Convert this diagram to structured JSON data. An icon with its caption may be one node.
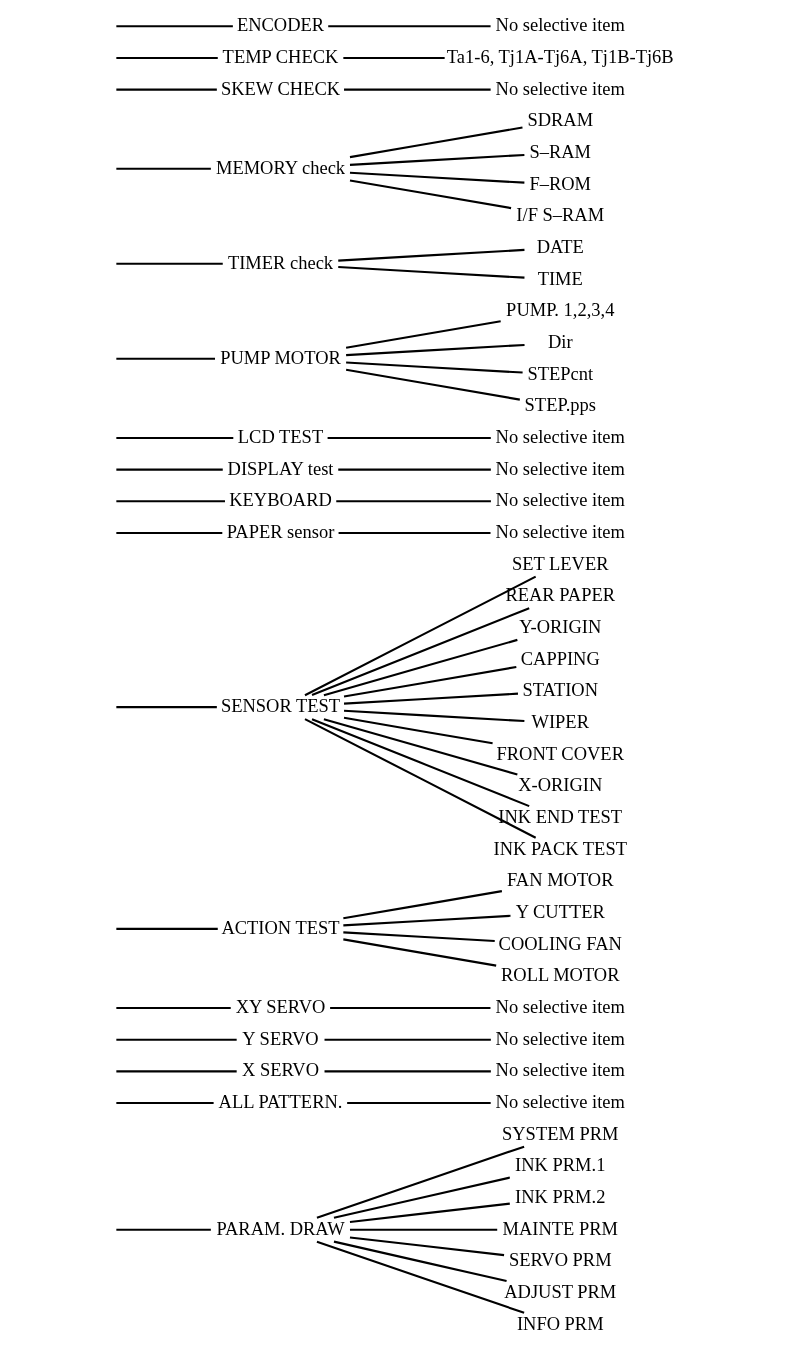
{
  "diagram": {
    "nodes": [
      {
        "text": [
          "PARAM. DRAW"
        ]
      },
      {
        "text": [
          "SYSTEM PRM"
        ]
      },
      {
        "text": [
          "INK PRM.1"
        ]
      },
      {
        "text": [
          "INK PRM.2"
        ]
      },
      {
        "text": [
          "MAINTE PRM"
        ]
      },
      {
        "text": [
          "SERVO PRM"
        ]
      },
      {
        "text": [
          "ADJUST PRM"
        ]
      },
      {
        "text": [
          "INFO PRM"
        ]
      },
      {
        "text": [
          "ALL PATTERN."
        ]
      },
      {
        "text": [
          "No selective item"
        ]
      },
      {
        "text": [
          "X SERVO"
        ]
      },
      {
        "text": [
          "No selective item"
        ]
      },
      {
        "text": [
          "Y SERVO"
        ]
      },
      {
        "text": [
          "No selective item"
        ]
      },
      {
        "text": [
          "XY SERVO"
        ]
      },
      {
        "text": [
          "No selective item"
        ]
      },
      {
        "text": [
          "ACTION TEST"
        ]
      },
      {
        "text": [
          "FAN MOTOR"
        ]
      },
      {
        "text": [
          "Y CUTTER"
        ]
      },
      {
        "text": [
          "COOLING FAN"
        ]
      },
      {
        "text": [
          "ROLL MOTOR"
        ]
      },
      {
        "text": [
          "SENSOR TEST"
        ]
      },
      {
        "text": [
          "SET LEVER"
        ]
      },
      {
        "text": [
          "REAR PAPER"
        ]
      },
      {
        "text": [
          "Y-ORIGIN"
        ]
      },
      {
        "text": [
          "CAPPING"
        ]
      },
      {
        "text": [
          "STATION"
        ]
      },
      {
        "text": [
          "WIPER"
        ]
      },
      {
        "text": [
          "FRONT COVER"
        ]
      },
      {
        "text": [
          "X-ORIGIN"
        ]
      },
      {
        "text": [
          "INK END TEST"
        ]
      },
      {
        "text": [
          "INK PACK TEST"
        ]
      },
      {
        "text": [
          "PAPER sensor"
        ]
      },
      {
        "text": [
          "No selective item"
        ]
      },
      {
        "text": [
          "KEYBOARD"
        ]
      },
      {
        "text": [
          "No selective item"
        ]
      },
      {
        "text": [
          "DISPLAY test"
        ]
      },
      {
        "text": [
          "No selective item"
        ]
      },
      {
        "text": [
          "LCD TEST"
        ]
      },
      {
        "text": [
          "No selective item"
        ]
      },
      {
        "text": [
          "PUMP MOTOR"
        ]
      },
      {
        "text": [
          "PUMP. 1,2,3,4"
        ]
      },
      {
        "text": [
          "Dir"
        ]
      },
      {
        "text": [
          "STEPcnt"
        ]
      },
      {
        "text": [
          "STEP.pps"
        ]
      },
      {
        "text": [
          "TIMER check"
        ]
      },
      {
        "text": [
          "DATE"
        ]
      },
      {
        "text": [
          "TIME"
        ]
      },
      {
        "text": [
          "MEMORY check"
        ]
      },
      {
        "text": [
          "SDRAM"
        ]
      },
      {
        "text": [
          "S–RAM"
        ]
      },
      {
        "text": [
          "F–ROM"
        ]
      },
      {
        "text": [
          "I/F S–RAM"
        ]
      },
      {
        "text": [
          "SKEW CHECK"
        ]
      },
      {
        "text": [
          "No selective item"
        ]
      },
      {
        "text": [
          "TEMP CHECK"
        ]
      },
      {
        "text": [
          "Ta1-6, Tj1A-Tj6A, Tj1B-Tj6B"
        ]
      },
      {
        "text": [
          "ENCODER"
        ]
      },
      {
        "text": [
          "No selective item"
        ]
      }
    ],
    "edges": [
      {
        "from": null,
        "to": 0,
        "arrow": "none"
      },
      {
        "from": 0,
        "to": 1,
        "arrow": "none"
      },
      {
        "from": 0,
        "to": 2,
        "arrow": "none"
      },
      {
        "from": 0,
        "to": 3,
        "arrow": "none"
      },
      {
        "from": 0,
        "to": 4,
        "arrow": "none"
      },
      {
        "from": 0,
        "to": 5,
        "arrow": "none"
      },
      {
        "from": 0,
        "to": 6,
        "arrow": "none"
      },
      {
        "from": 0,
        "to": 7,
        "arrow": "none"
      },
      {
        "from": null,
        "to": 8,
        "arrow": "none"
      },
      {
        "from": 8,
        "to": 9,
        "arrow": "none"
      },
      {
        "from": null,
        "to": 10,
        "arrow": "none"
      },
      {
        "from": 10,
        "to": 11,
        "arrow": "none"
      },
      {
        "from": null,
        "to": 12,
        "arrow": "none"
      },
      {
        "from": 12,
        "to": 13,
        "arrow": "none"
      },
      {
        "from": null,
        "to": 14,
        "arrow": "none"
      },
      {
        "from": 14,
        "to": 15,
        "arrow": "none"
      },
      {
        "from": null,
        "to": 16,
        "arrow": "none"
      },
      {
        "from": 16,
        "to": 17,
        "arrow": "none"
      },
      {
        "from": 16,
        "to": 18,
        "arrow": "none"
      },
      {
        "from": 16,
        "to": 19,
        "arrow": "none"
      },
      {
        "from": 16,
        "to": 20,
        "arrow": "none"
      },
      {
        "from": null,
        "to": 21,
        "arrow": "none"
      },
      {
        "from": 21,
        "to": 22,
        "arrow": "none"
      },
      {
        "from": 21,
        "to": 23,
        "arrow": "none"
      },
      {
        "from": 21,
        "to": 24,
        "arrow": "none"
      },
      {
        "from": 21,
        "to": 25,
        "arrow": "none"
      },
      {
        "from": 21,
        "to": 26,
        "arrow": "none"
      },
      {
        "from": 21,
        "to": 27,
        "arrow": "none"
      },
      {
        "from": 21,
        "to": 28,
        "arrow": "none"
      },
      {
        "from": 21,
        "to": 29,
        "arrow": "none"
      },
      {
        "from": 21,
        "to": 30,
        "arrow": "none"
      },
      {
        "from": 21,
        "to": 31,
        "arrow": "none"
      },
      {
        "from": null,
        "to": 32,
        "arrow": "none"
      },
      {
        "from": 32,
        "to": 33,
        "arrow": "none"
      },
      {
        "from": null,
        "to": 34,
        "arrow": "none"
      },
      {
        "from": 34,
        "to": 35,
        "arrow": "none"
      },
      {
        "from": null,
        "to": 36,
        "arrow": "none"
      },
      {
        "from": 36,
        "to": 37,
        "arrow": "none"
      },
      {
        "from": null,
        "to": 38,
        "arrow": "none"
      },
      {
        "from": 38,
        "to": 39,
        "arrow": "none"
      },
      {
        "from": null,
        "to": 40,
        "arrow": "none"
      },
      {
        "from": 40,
        "to": 41,
        "arrow": "none"
      },
      {
        "from": 40,
        "to": 42,
        "arrow": "none"
      },
      {
        "from": 40,
        "to": 43,
        "arrow": "none"
      },
      {
        "from": 40,
        "to": 44,
        "arrow": "none"
      },
      {
        "from": null,
        "to": 45,
        "arrow": "none"
      },
      {
        "from": 45,
        "to": 46,
        "arrow": "none"
      },
      {
        "from": 45,
        "to": 47,
        "arrow": "none"
      },
      {
        "from": null,
        "to": 48,
        "arrow": "none"
      },
      {
        "from": 48,
        "to": 49,
        "arrow": "none"
      },
      {
        "from": 48,
        "to": 50,
        "arrow": "none"
      },
      {
        "from": 48,
        "to": 51,
        "arrow": "none"
      },
      {
        "from": 48,
        "to": 52,
        "arrow": "none"
      },
      {
        "from": null,
        "to": 53,
        "arrow": "none"
      },
      {
        "from": 53,
        "to": 54,
        "arrow": "none"
      },
      {
        "from": null,
        "to": 55,
        "arrow": "none"
      },
      {
        "from": 55,
        "to": 56,
        "arrow": "none"
      },
      {
        "from": null,
        "to": 57,
        "arrow": "none"
      },
      {
        "from": 57,
        "to": 58,
        "arrow": "none"
      }
    ]
  }
}
